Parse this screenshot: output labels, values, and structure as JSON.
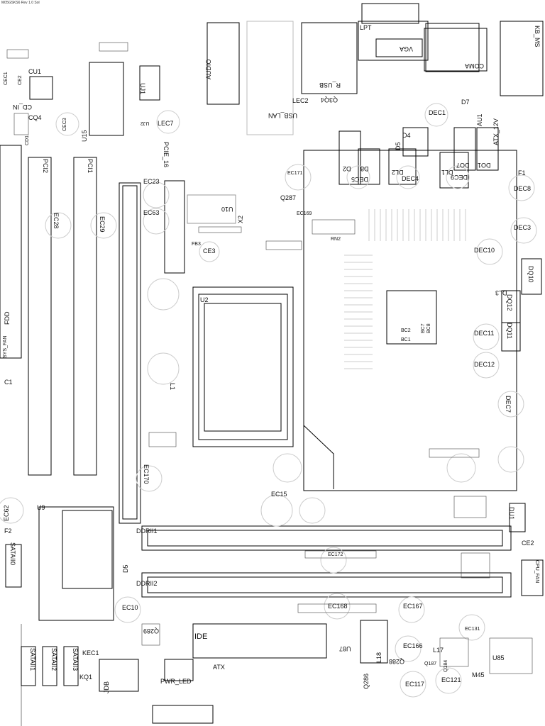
{
  "title": "M05GSKS6 Rev 1.0 Sol",
  "labels": {
    "lpt": "LPT",
    "vga": "VGA",
    "kb_ms": "KB_MS",
    "coma": "COMA",
    "audio": "AUDIO",
    "usb_lan": "USB_LAN",
    "r_usb": "R_USB",
    "lec2": "LEC2",
    "q3q4": "Q3Q4",
    "dec1": "DEC1",
    "d7": "D7",
    "au1": "AU1",
    "atx_12v": "ATX_12V",
    "cu1": "CU1",
    "cd_in": "CD_IN",
    "cq4": "CQ4",
    "cec3": "CEC3",
    "cd1": "CD1",
    "cec1": "CEC1",
    "ce2": "CE2",
    "u15": "U15",
    "uj1": "UJ1",
    "uj2": "UJ2",
    "lec7": "LEC7",
    "pcie_16": "PCIE_16",
    "pci2": "PCI2",
    "pci1": "PCI1",
    "ec28": "EC28",
    "ec29": "EC29",
    "ec23": "EC23",
    "ec63": "EC63",
    "ec171": "EC171",
    "q287": "Q287",
    "ec169": "EC169",
    "rn2": "RN2",
    "u10": "U10",
    "x2": "X2",
    "ce3": "CE3",
    "fb3": "FB3",
    "d4": "D4",
    "d5": "D5",
    "d2": "D2",
    "d8": "D8",
    "dl2": "DL2",
    "dec5": "DEC5",
    "dec4": "DEC4",
    "dl1": "DL1",
    "dec9": "DEC9",
    "do7": "DO7",
    "do1": "DO1",
    "f1": "F1",
    "dec8": "DEC8",
    "dec3": "DEC3",
    "dec10": "DEC10",
    "dq10": "DQ10",
    "dl3": "DL3",
    "dq12": "DQ12",
    "dq11": "DQ11",
    "dec11": "DEC11",
    "dec12": "DEC12",
    "dec7": "DEC7",
    "u2": "U2",
    "fdd": "FDD",
    "sys_fan": "SYS_FAN",
    "c1": "C1",
    "l1": "L1",
    "bc1": "BC1",
    "bc2": "BC2",
    "bc7": "BC7",
    "bc8": "BC8",
    "ec170": "EC170",
    "ec62": "EC62",
    "u9": "U9",
    "f2": "F2",
    "sata0": "SATAII0",
    "ec15": "EC15",
    "du1": "DU1",
    "ce2b": "CE2",
    "cpu_fan": "CPU_FAN",
    "ddrii1": "DDRII1",
    "ddrii2": "DDRII2",
    "ec172": "EC172",
    "ec168": "EC168",
    "ec167": "EC167",
    "d5b": "D5",
    "ec10": "EC10",
    "q289": "Q289",
    "ide": "IDE",
    "l18": "L18",
    "ec166": "EC166",
    "q288": "Q288",
    "l17": "L17",
    "q184": "Q184",
    "q187": "Q187",
    "ec131": "EC131",
    "u85": "U85",
    "m45": "M45",
    "ec121": "EC121",
    "ec117": "EC117",
    "u87": "U87",
    "q286": "Q286",
    "sata1": "SATAII1",
    "sata2": "SATAII2",
    "sata3": "SATAII3",
    "kec1": "KEC1",
    "kq1": "KQ1",
    "jdb": "JDB",
    "pwr_led": "PWR_LED",
    "atx": "ATX"
  }
}
